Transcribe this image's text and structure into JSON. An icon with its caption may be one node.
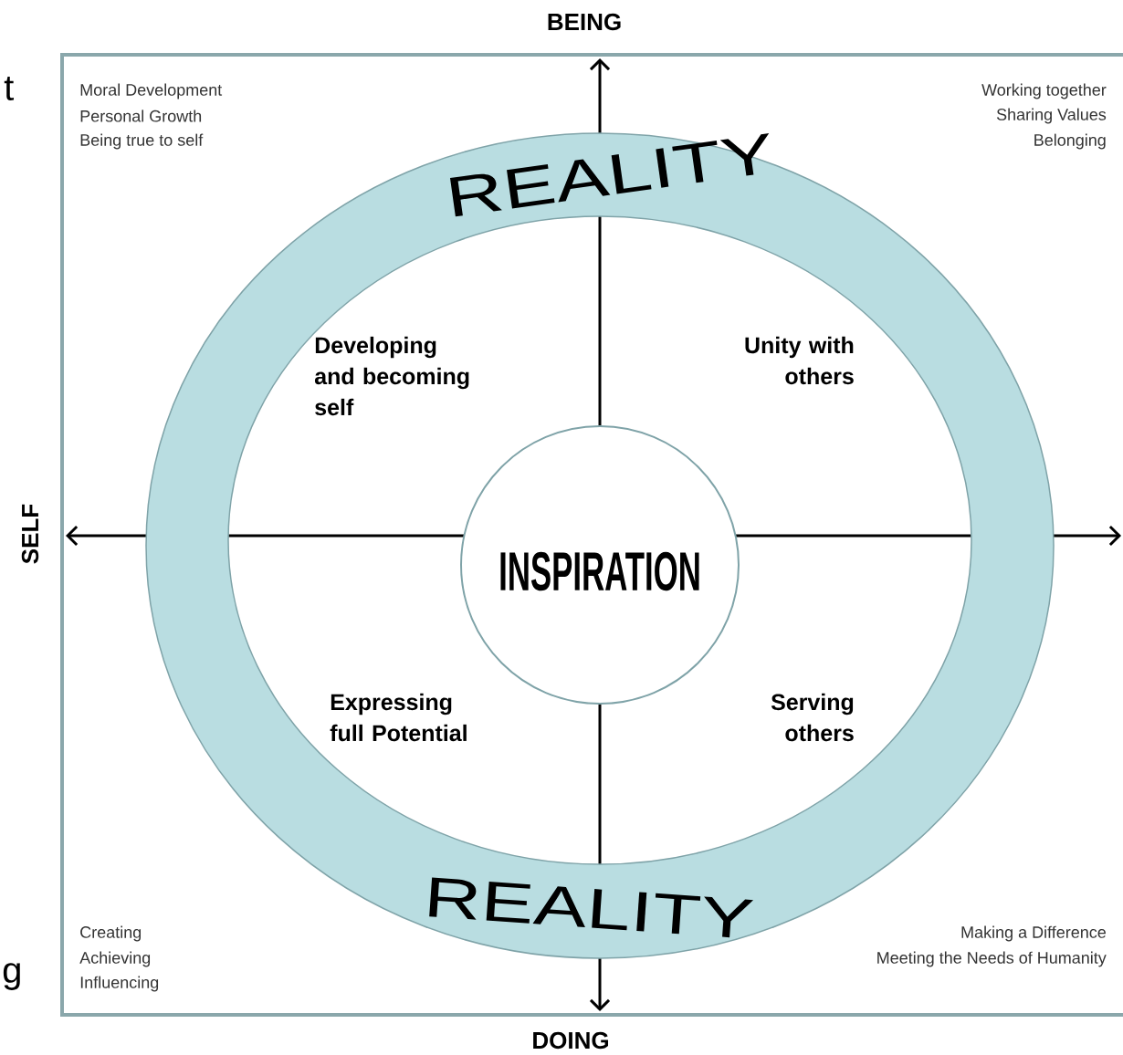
{
  "diagram": {
    "nodes": [
      {
        "text": [
          "REALITY",
          "REALITY"
        ]
      },
      {
        "text": [
          "INSPIRATION"
        ],
        "in": 0
      }
    ],
    "labels": [
      "BEING",
      "t",
      "Moral Development",
      "Personal Growth",
      "Being true to self",
      "Working  together",
      "Sharing Values",
      "Belonging",
      "Developing and becoming self",
      "Unity with others",
      "SELF",
      "Expressing full Potential",
      "Serving others",
      "g",
      "Creating",
      "Achieving",
      "Influencing",
      "Making a Difference",
      "Meeting the Needs of Humanity",
      "DOING"
    ]
  }
}
